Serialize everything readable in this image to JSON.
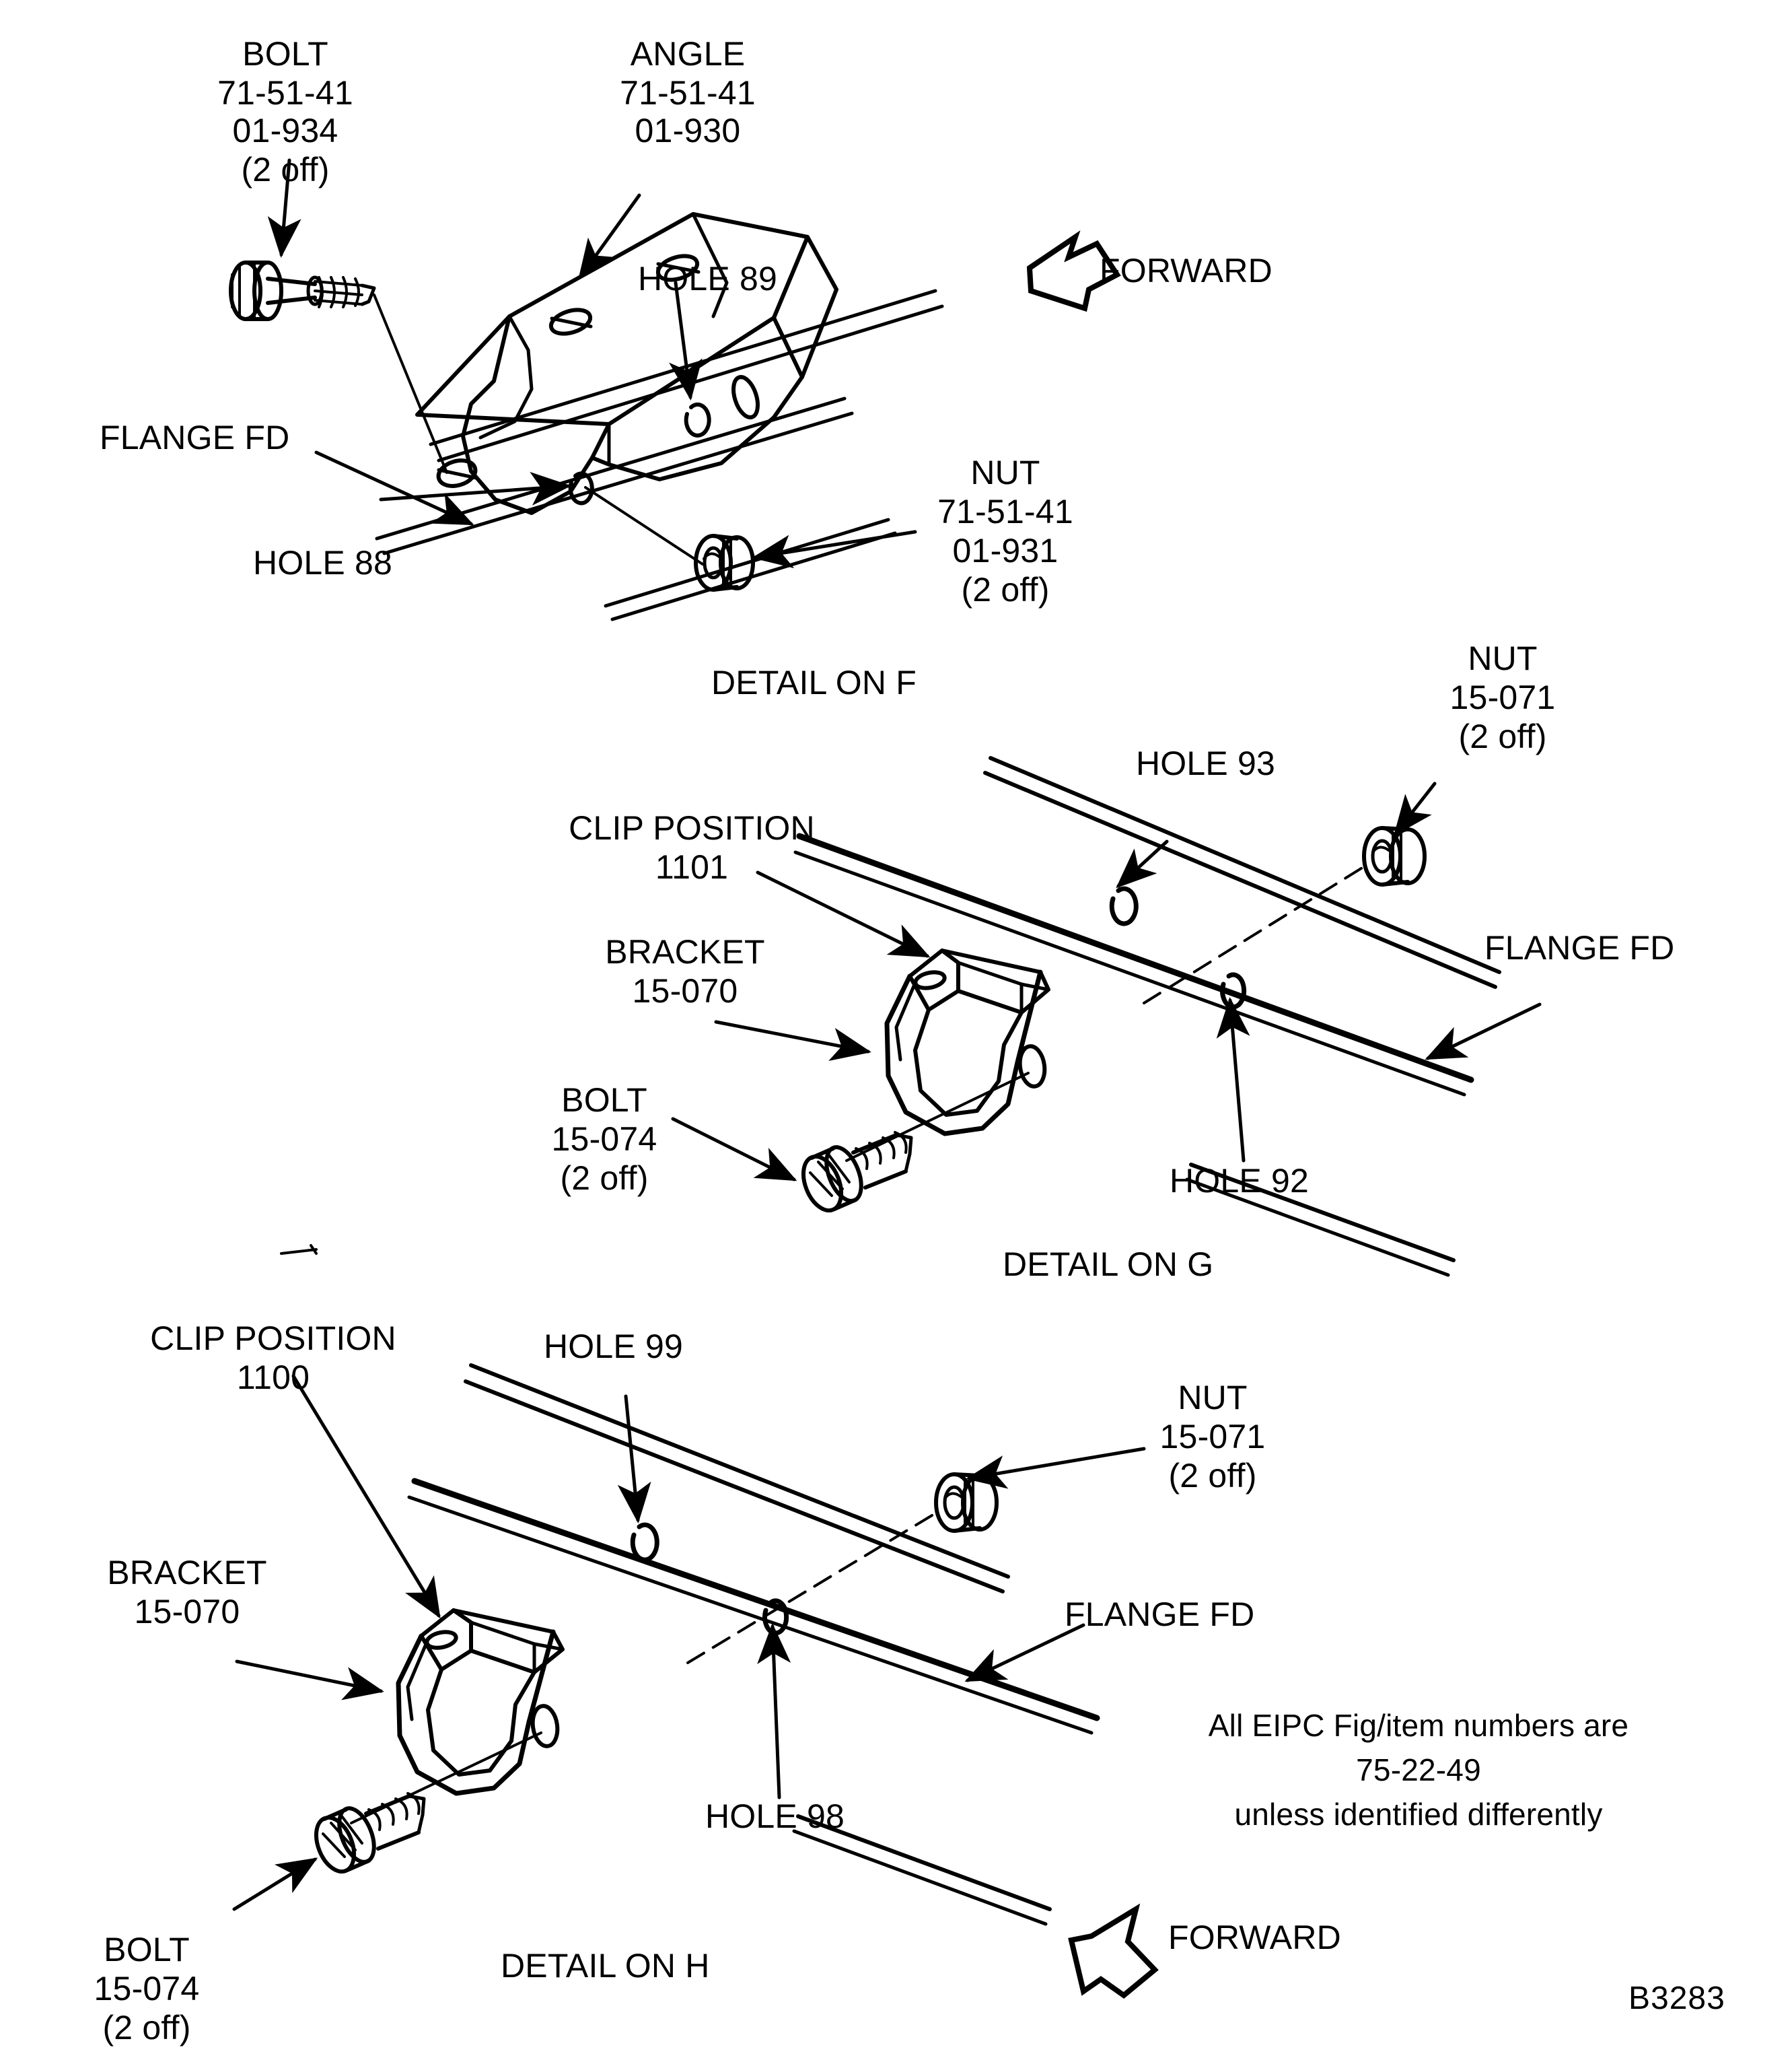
{
  "figure": {
    "id": "B3283",
    "note": [
      "All EIPC Fig/item numbers are",
      "75-22-49",
      "unless identified differently"
    ],
    "note_line1": "All EIPC Fig/item numbers are",
    "note_line2": "75-22-49",
    "note_line3": "unless identified differently"
  },
  "details": {
    "f": {
      "caption": "DETAIL ON F",
      "labels": {
        "bolt": {
          "name": "BOLT",
          "part1": "71-51-41",
          "part2": "01-934",
          "qty": "(2 off)"
        },
        "angle": {
          "name": "ANGLE",
          "part1": "71-51-41",
          "part2": "01-930"
        },
        "nut": {
          "name": "NUT",
          "part1": "71-51-41",
          "part2": "01-931",
          "qty": "(2 off)"
        },
        "hole89": "HOLE 89",
        "hole88": "HOLE 88",
        "flange": "FLANGE FD"
      }
    },
    "g": {
      "caption": "DETAIL ON G",
      "labels": {
        "clip": {
          "name": "CLIP POSITION",
          "number": "1101"
        },
        "bracket": {
          "name": "BRACKET",
          "part": "15-070"
        },
        "bolt": {
          "name": "BOLT",
          "part": "15-074",
          "qty": "(2 off)"
        },
        "nut": {
          "name": "NUT",
          "part": "15-071",
          "qty": "(2 off)"
        },
        "hole93": "HOLE 93",
        "hole92": "HOLE 92",
        "flange": "FLANGE FD"
      }
    },
    "h": {
      "caption": "DETAIL ON H",
      "labels": {
        "clip": {
          "name": "CLIP POSITION",
          "number": "1100"
        },
        "bracket": {
          "name": "BRACKET",
          "part": "15-070"
        },
        "bolt": {
          "name": "BOLT",
          "part": "15-074",
          "qty": "(2 off)"
        },
        "nut": {
          "name": "NUT",
          "part": "15-071",
          "qty": "(2 off)"
        },
        "hole99": "HOLE 99",
        "hole98": "HOLE 98",
        "flange": "FLANGE FD"
      }
    }
  },
  "direction_markers": {
    "top": "FORWARD",
    "bottom": "FORWARD"
  },
  "colors": {
    "ink": "#000000",
    "paper": "#ffffff"
  }
}
